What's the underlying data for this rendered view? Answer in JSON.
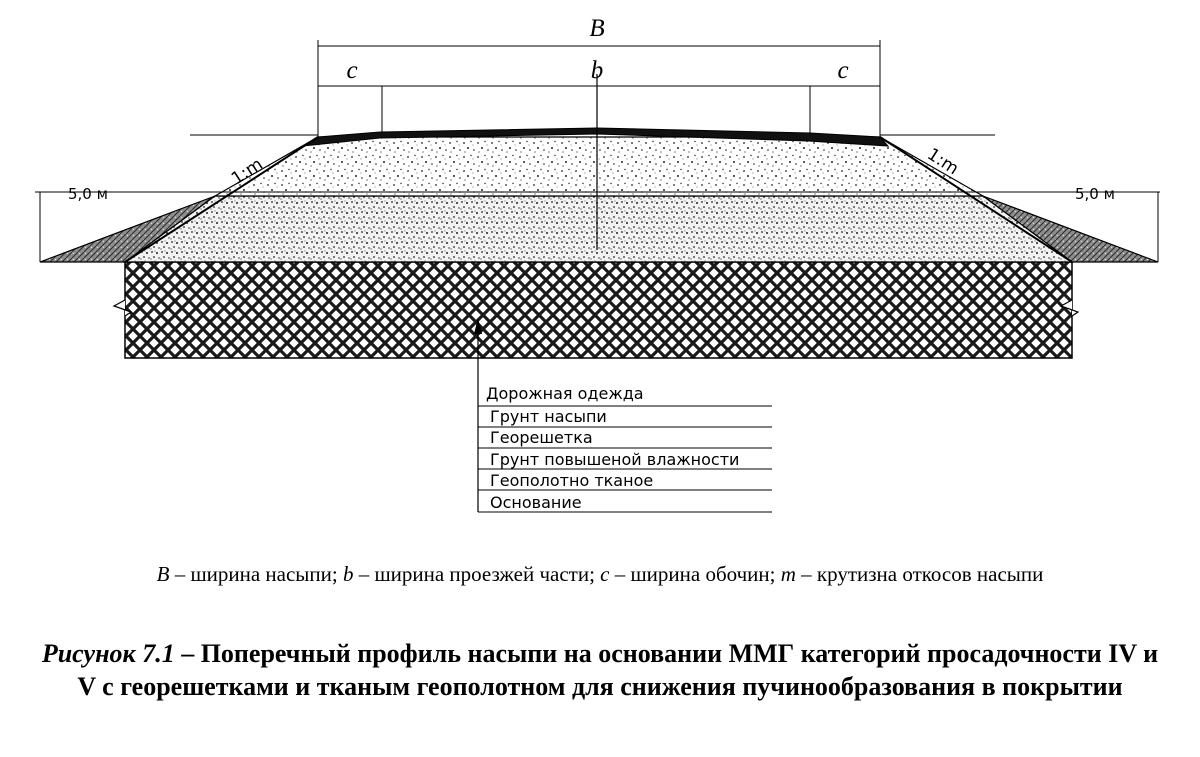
{
  "diagram": {
    "dimension_labels": {
      "total_width": "B",
      "carriageway": "b",
      "shoulder_left": "c",
      "shoulder_right": "c"
    },
    "slope_labels": {
      "left": "1:m",
      "right": "1:m"
    },
    "side_labels": {
      "left": "5,0 м",
      "right": "5,0 м"
    },
    "layers": [
      "Дорожная одежда",
      "Грунт  насыпи",
      "Георешетка",
      "Грунт повышеной влажности",
      "Геополотно тканое",
      "Основание"
    ]
  },
  "legend": {
    "items": [
      {
        "symbol": "B",
        "text": " – ширина насыпи; "
      },
      {
        "symbol": "b",
        "text": " – ширина проезжей части; "
      },
      {
        "symbol": "c",
        "text": " – ширина обочин; "
      },
      {
        "symbol": "m",
        "text": " – крутизна откосов насыпи"
      }
    ]
  },
  "caption": {
    "number": "Рисунок 7.1",
    "dash": " – ",
    "text": "Поперечный профиль насыпи на основании ММГ категорий просадочности IV и V с георешетками и тканым геополотном для снижения пучинообразования в покрытии"
  }
}
